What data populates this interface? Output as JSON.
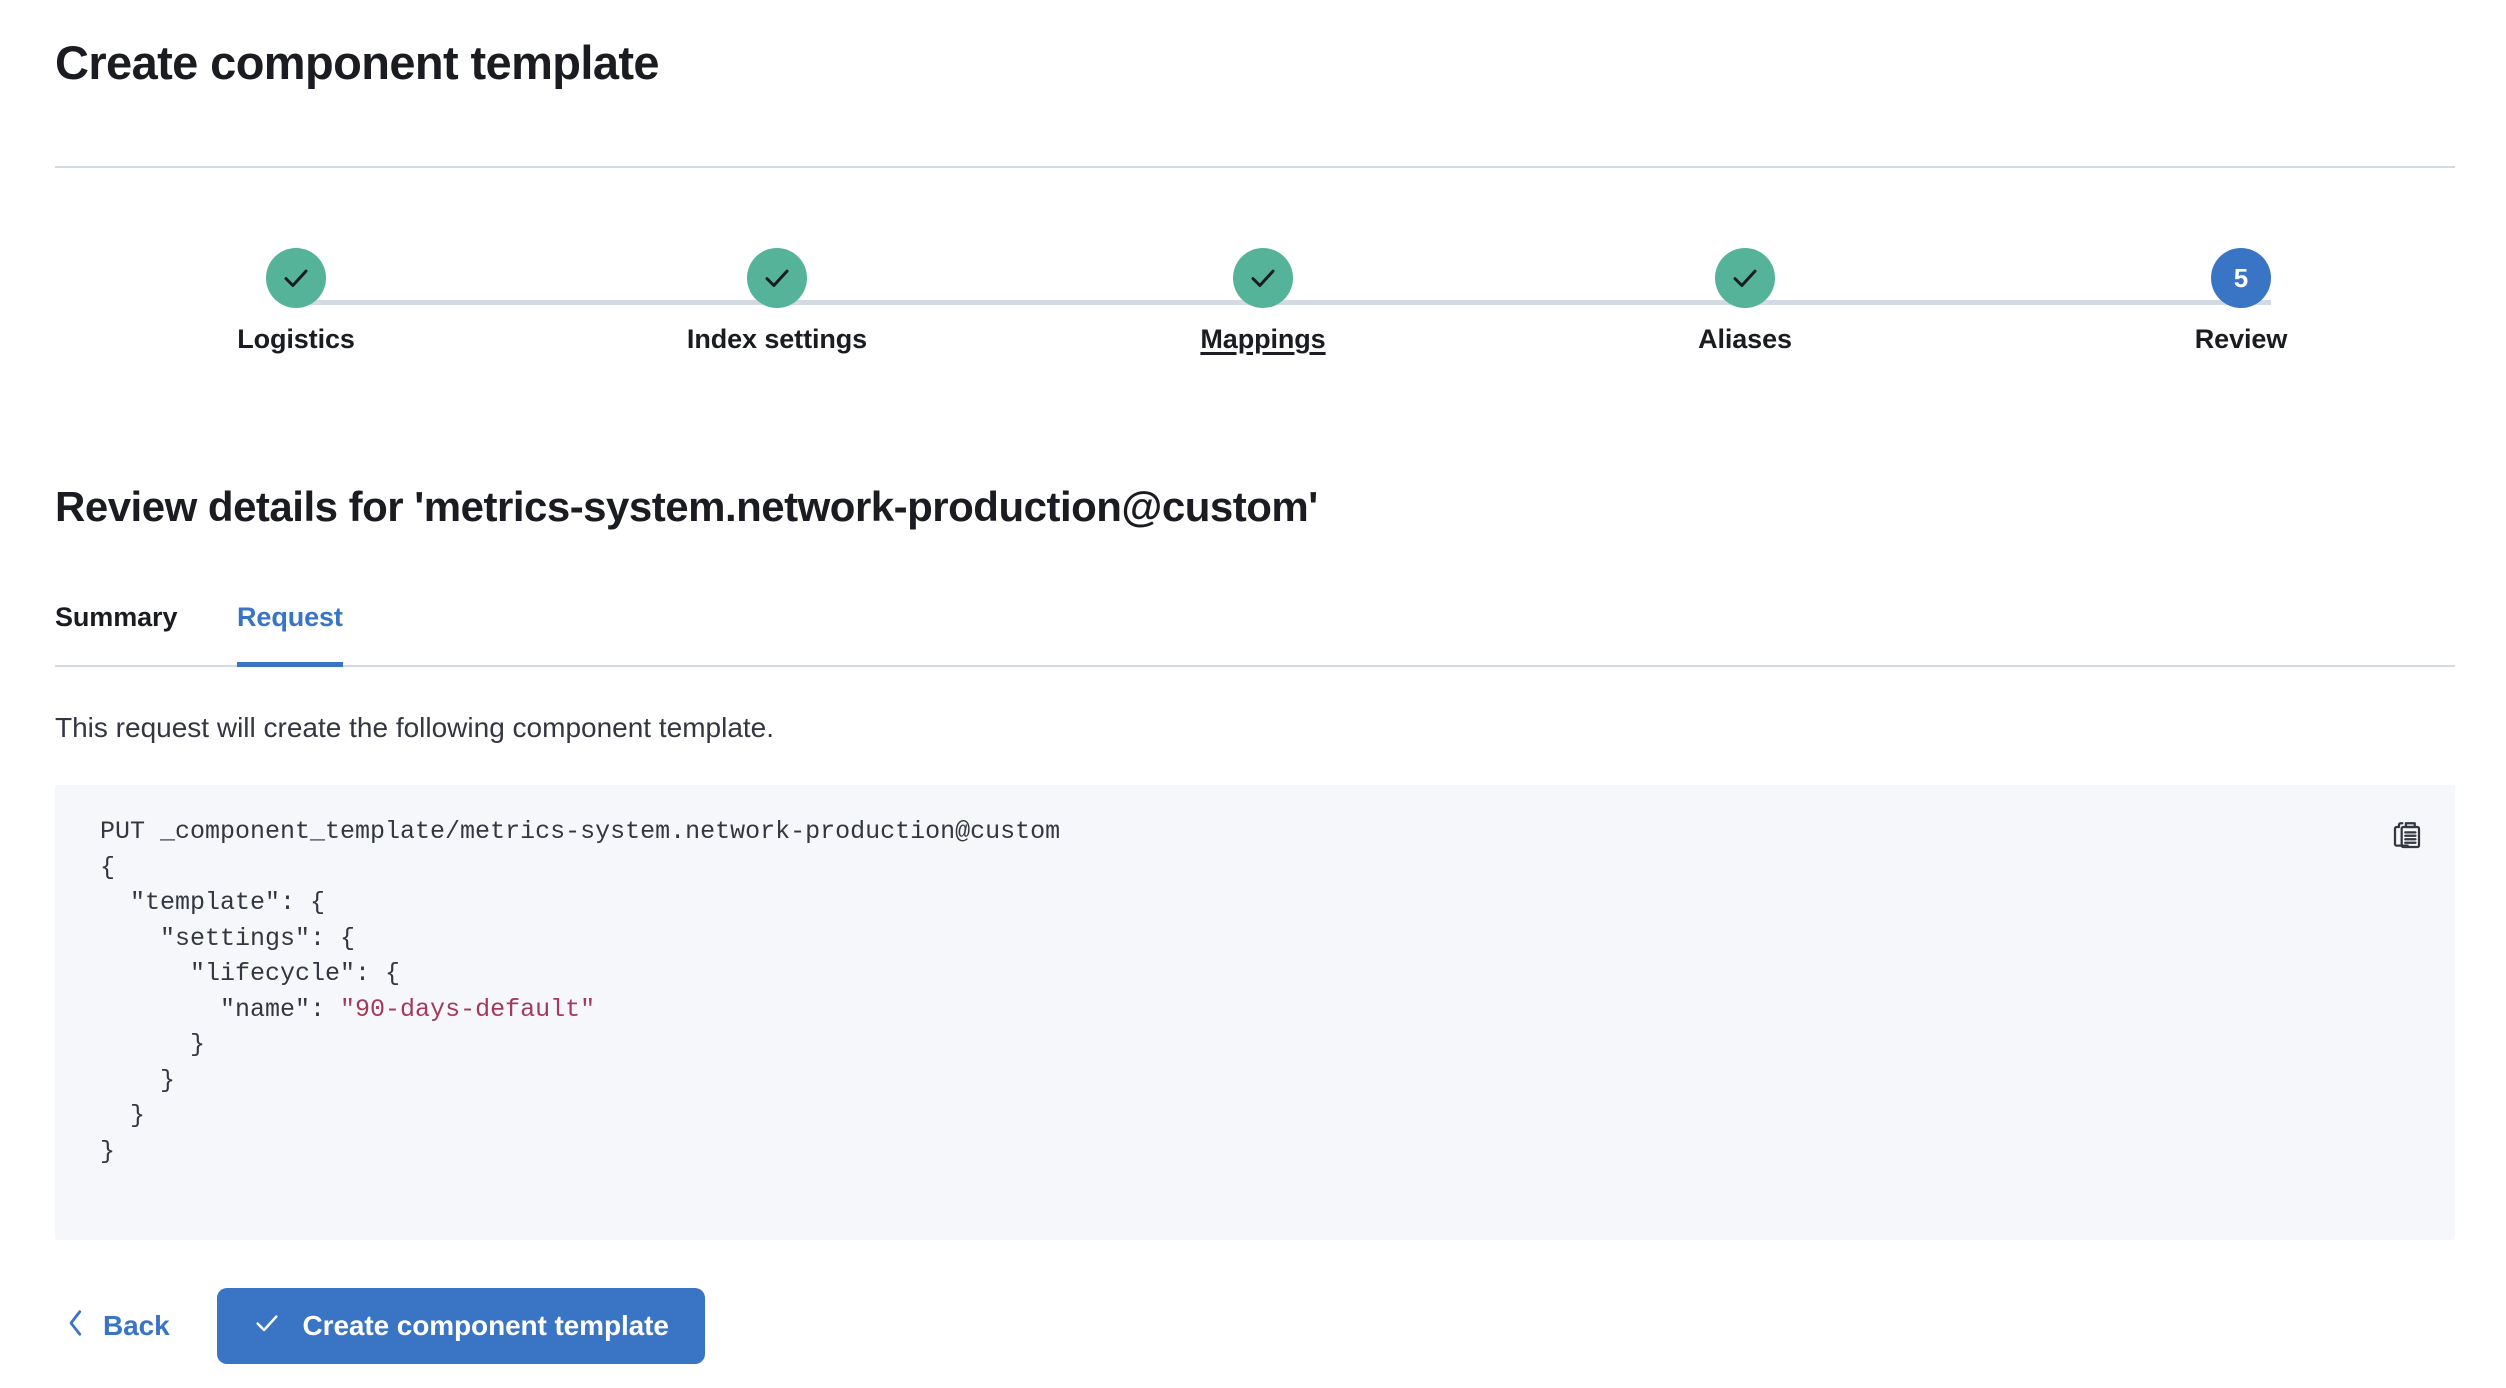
{
  "header": {
    "title": "Create component template"
  },
  "stepper": {
    "steps": [
      {
        "label": "Logistics",
        "state": "complete",
        "icon": "check-icon",
        "number": "1",
        "hovered": false
      },
      {
        "label": "Index settings",
        "state": "complete",
        "icon": "check-icon",
        "number": "2",
        "hovered": false
      },
      {
        "label": "Mappings",
        "state": "complete",
        "icon": "check-icon",
        "number": "3",
        "hovered": true
      },
      {
        "label": "Aliases",
        "state": "complete",
        "icon": "check-icon",
        "number": "4",
        "hovered": false
      },
      {
        "label": "Review",
        "state": "current",
        "icon": "",
        "number": "5",
        "hovered": false
      }
    ],
    "complete_color": "#54b399",
    "current_color": "#3a74c5",
    "line_color": "#d3dae6"
  },
  "main": {
    "section_heading": "Review details for 'metrics-system.network-production@custom'",
    "tabs": [
      {
        "label": "Summary",
        "active": false
      },
      {
        "label": "Request",
        "active": true
      }
    ],
    "description": "This request will create the following component template.",
    "code": {
      "line1": "PUT _component_template/metrics-system.network-production@custom",
      "line2": "{",
      "line3": "  \"template\": {",
      "line4": "    \"settings\": {",
      "line5": "      \"lifecycle\": {",
      "line6_key": "        \"name\": ",
      "line6_value": "\"90-days-default\"",
      "line7": "      }",
      "line8": "    }",
      "line9": "  }",
      "line10": "}",
      "string_color": "#a43a5a",
      "background": "#f5f7fa"
    },
    "copy_icon": "copy-clipboard-icon"
  },
  "footer": {
    "back_label": "Back",
    "back_icon": "chevron-left-icon",
    "submit_label": "Create component template",
    "submit_icon": "check-icon",
    "accent_color": "#3a74c5"
  }
}
